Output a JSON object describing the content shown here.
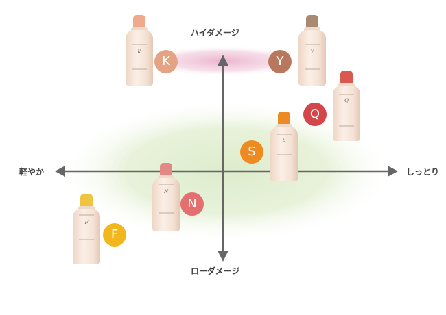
{
  "axes": {
    "top": "ハイダメージ",
    "bottom": "ローダメージ",
    "left": "軽やか",
    "right": "しっとり"
  },
  "products": [
    {
      "letter": "K",
      "badge_color": "#e4a382",
      "cap_color": "#efaa8c"
    },
    {
      "letter": "Y",
      "badge_color": "#b8785d",
      "cap_color": "#a88a73"
    },
    {
      "letter": "Q",
      "badge_color": "#d5464a",
      "cap_color": "#d9584f"
    },
    {
      "letter": "S",
      "badge_color": "#ee8a22",
      "cap_color": "#ec8a26"
    },
    {
      "letter": "N",
      "badge_color": "#e46f6e",
      "cap_color": "#e28986"
    },
    {
      "letter": "F",
      "badge_color": "#f2b71d",
      "cap_color": "#eec440"
    }
  ],
  "colors": {
    "axis": "#666666",
    "high_damage_band": "#e9a5c4",
    "moisture_zone": "#cfe3b0"
  }
}
